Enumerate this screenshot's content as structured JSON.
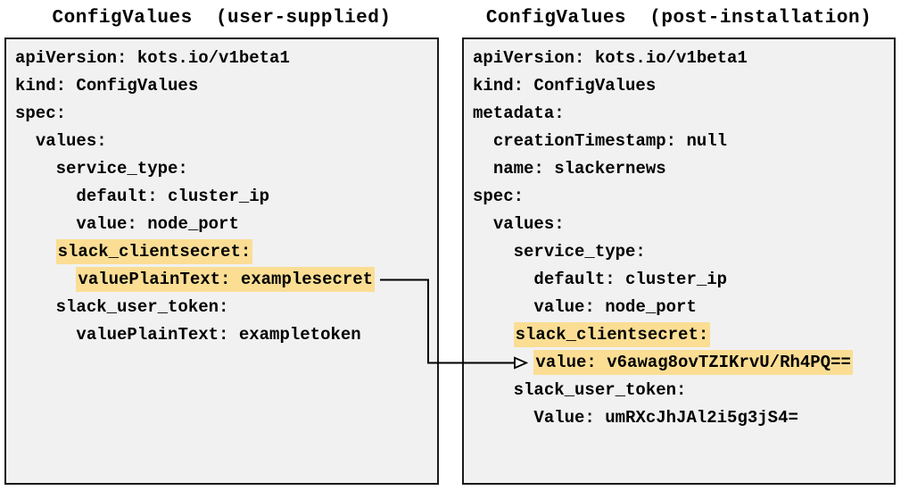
{
  "left_panel": {
    "title": "ConfigValues  (user-supplied)",
    "lines": [
      {
        "indent": 0,
        "text": "apiVersion: kots.io/v1beta1",
        "highlight": false
      },
      {
        "indent": 0,
        "text": "kind: ConfigValues",
        "highlight": false
      },
      {
        "indent": 0,
        "text": "spec:",
        "highlight": false
      },
      {
        "indent": 2,
        "text": "values:",
        "highlight": false
      },
      {
        "indent": 4,
        "text": "service_type:",
        "highlight": false
      },
      {
        "indent": 6,
        "text": "default: cluster_ip",
        "highlight": false
      },
      {
        "indent": 6,
        "text": "value: node_port",
        "highlight": false
      },
      {
        "indent": 4,
        "text": "slack_clientsecret:",
        "highlight": true
      },
      {
        "indent": 6,
        "text": "valuePlainText: examplesecret",
        "highlight": true
      },
      {
        "indent": 4,
        "text": "slack_user_token:",
        "highlight": false
      },
      {
        "indent": 6,
        "text": "valuePlainText: exampletoken",
        "highlight": false
      }
    ]
  },
  "right_panel": {
    "title": "ConfigValues  (post-installation)",
    "lines": [
      {
        "indent": 0,
        "text": "apiVersion: kots.io/v1beta1",
        "highlight": false
      },
      {
        "indent": 0,
        "text": "kind: ConfigValues",
        "highlight": false
      },
      {
        "indent": 0,
        "text": "metadata:",
        "highlight": false
      },
      {
        "indent": 2,
        "text": "creationTimestamp: null",
        "highlight": false
      },
      {
        "indent": 2,
        "text": "name: slackernews",
        "highlight": false
      },
      {
        "indent": 0,
        "text": "spec:",
        "highlight": false
      },
      {
        "indent": 2,
        "text": "values:",
        "highlight": false
      },
      {
        "indent": 4,
        "text": "service_type:",
        "highlight": false
      },
      {
        "indent": 6,
        "text": "default: cluster_ip",
        "highlight": false
      },
      {
        "indent": 6,
        "text": "value: node_port",
        "highlight": false
      },
      {
        "indent": 4,
        "text": "slack_clientsecret:",
        "highlight": true
      },
      {
        "indent": 6,
        "text": "value: v6awag8ovTZIKrvU/Rh4PQ==",
        "highlight": true
      },
      {
        "indent": 4,
        "text": "slack_user_token:",
        "highlight": false
      },
      {
        "indent": 6,
        "text": "Value: umRXcJhJAl2i5g3jS4=",
        "highlight": false
      }
    ]
  },
  "arrow": {
    "from_text": "valuePlainText: examplesecret",
    "to_text": "value: v6awag8ovTZIKrvU/Rh4PQ=="
  },
  "colors": {
    "highlight": "#FBDE94",
    "panel_background": "#F1F1F1",
    "panel_border": "#1A1A1A",
    "text": "#000000"
  }
}
